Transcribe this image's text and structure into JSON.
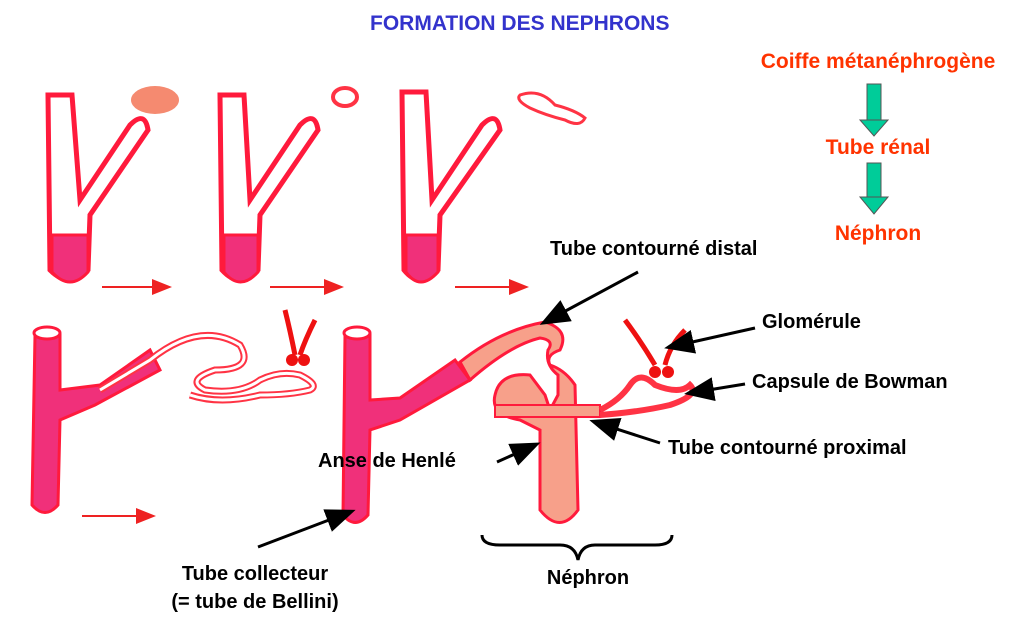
{
  "title": "FORMATION DES NEPHRONS",
  "flow": {
    "steps": [
      "Coiffe métanéphrogène",
      "Tube rénal",
      "Néphron"
    ],
    "text_color": "#ff3300",
    "arrow_color": "#00cc99"
  },
  "labels": {
    "tube_contourne_distal": "Tube contourné distal",
    "glomerule": "Glomérule",
    "capsule_bowman": "Capsule de Bowman",
    "tube_contourne_proximal": "Tube contourné proximal",
    "anse_henle": "Anse de Henlé",
    "tube_collecteur": "Tube collecteur",
    "tube_bellini": "(= tube de Bellini)",
    "nephron": "Néphron"
  },
  "colors": {
    "title": "#3333cc",
    "tube_magenta": "#f0307a",
    "tube_outline": "#ff1a3c",
    "nephron_fill": "#f7a08a"
  }
}
